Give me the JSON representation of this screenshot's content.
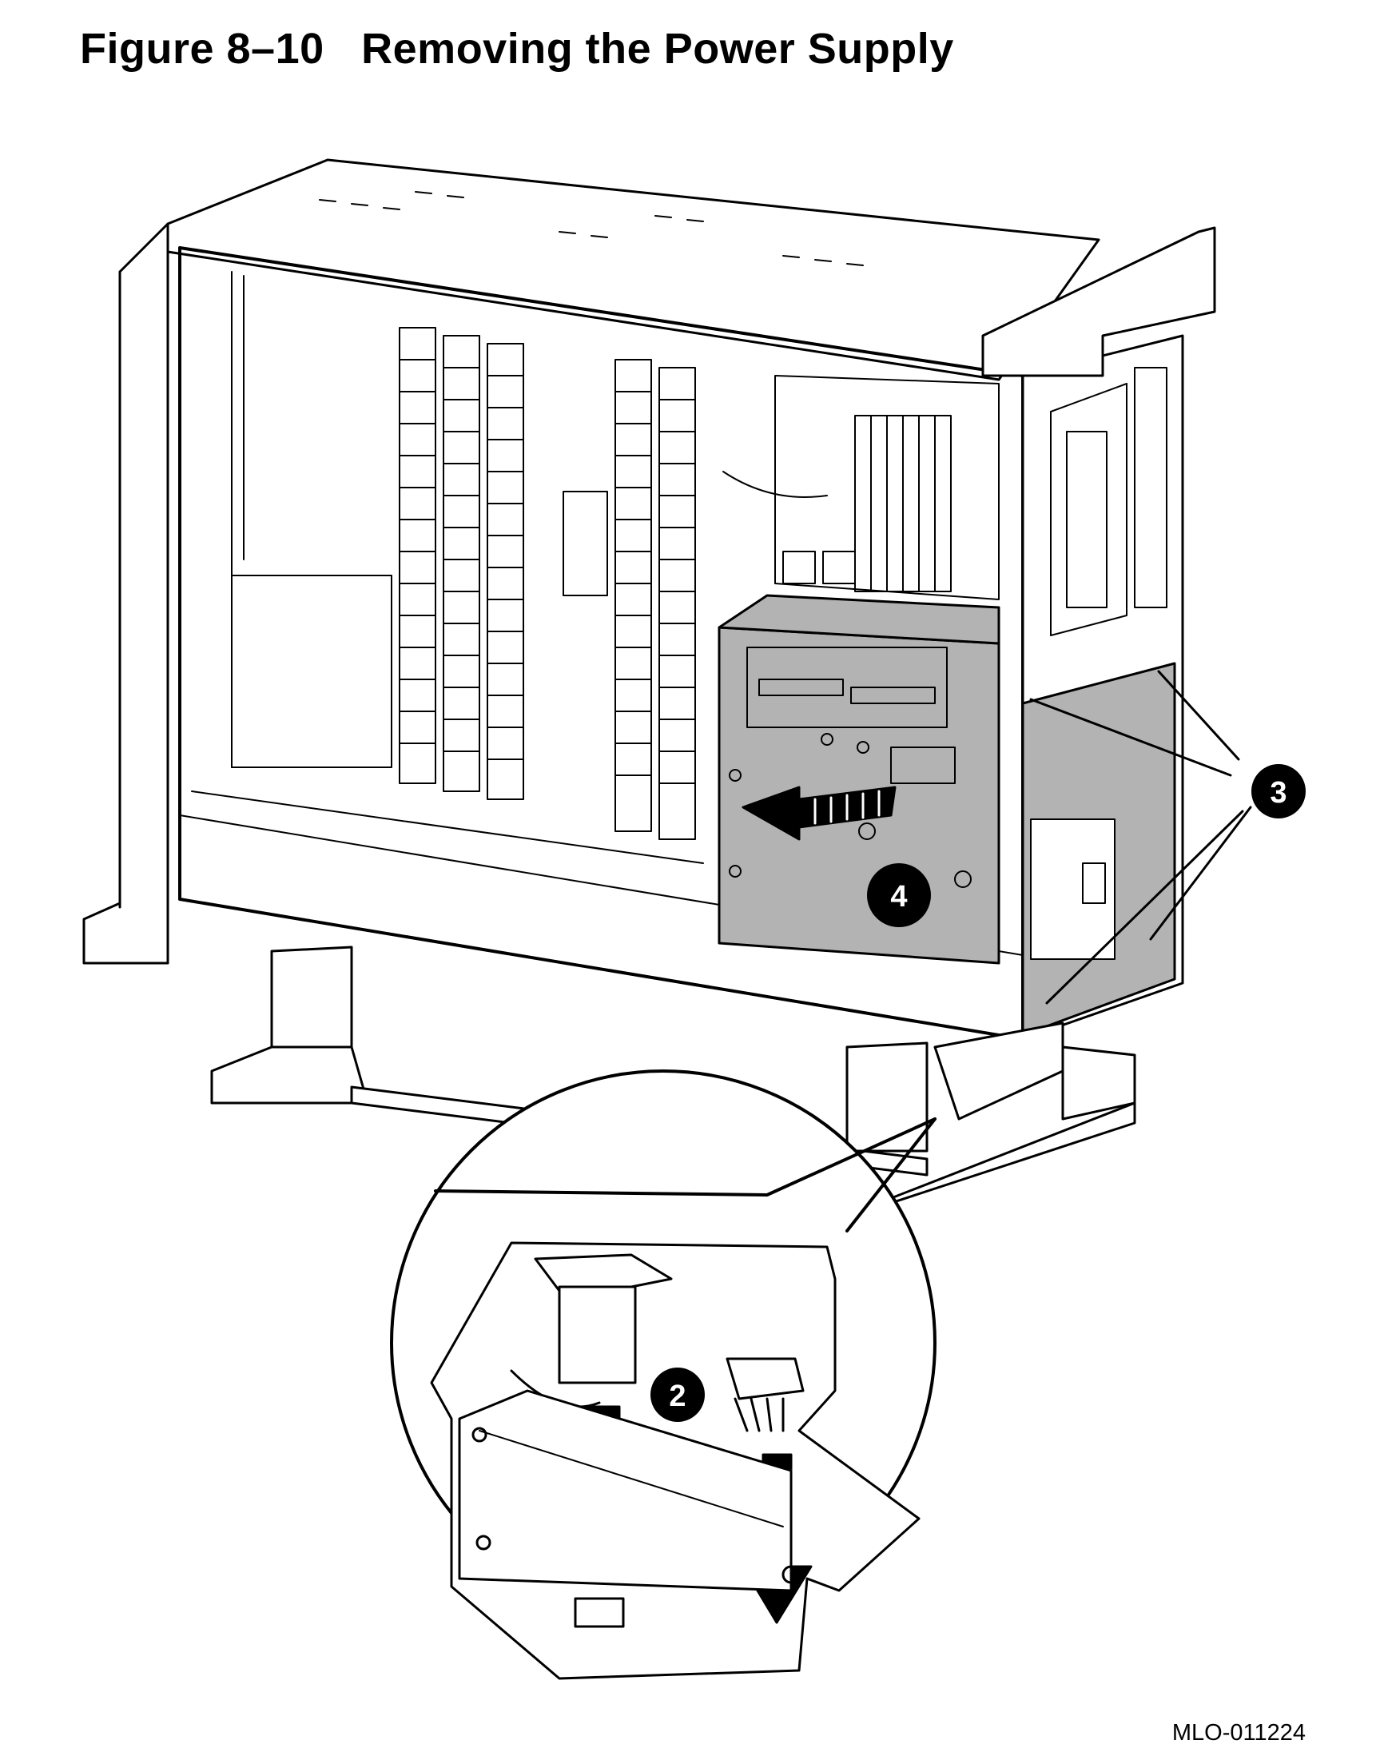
{
  "figure": {
    "number_title": "Figure 8–10   Removing the Power Supply",
    "identifier": "MLO-011224"
  },
  "callouts": [
    {
      "label": "2"
    },
    {
      "label": "3"
    },
    {
      "label": "4"
    }
  ],
  "colors": {
    "line": "#000000",
    "power_supply_fill": "#b3b3b3",
    "callout_fill": "#000000",
    "callout_text": "#ffffff"
  }
}
